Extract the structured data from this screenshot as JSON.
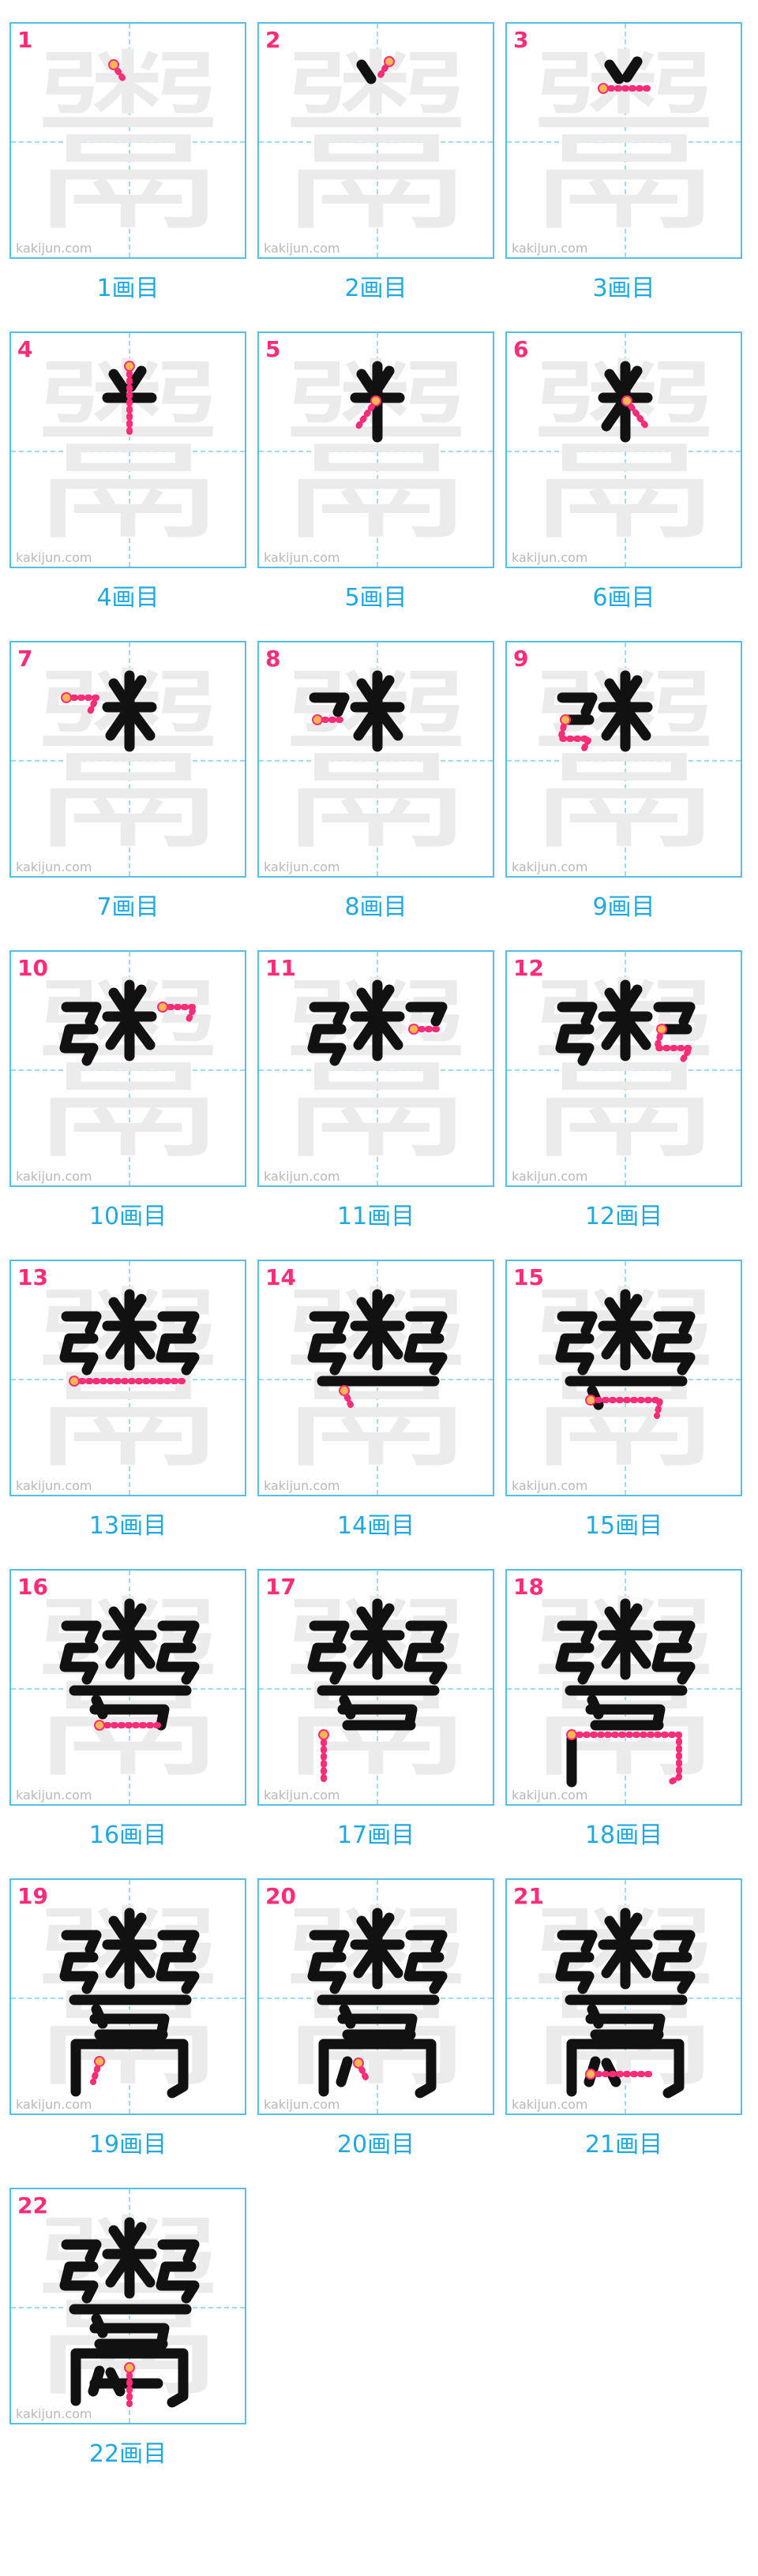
{
  "character": "鬻",
  "watermark": "kakijun.com",
  "steps": [
    {
      "num": "1",
      "caption": "1画目"
    },
    {
      "num": "2",
      "caption": "2画目"
    },
    {
      "num": "3",
      "caption": "3画目"
    },
    {
      "num": "4",
      "caption": "4画目"
    },
    {
      "num": "5",
      "caption": "5画目"
    },
    {
      "num": "6",
      "caption": "6画目"
    },
    {
      "num": "7",
      "caption": "7画目"
    },
    {
      "num": "8",
      "caption": "8画目"
    },
    {
      "num": "9",
      "caption": "9画目"
    },
    {
      "num": "10",
      "caption": "10画目"
    },
    {
      "num": "11",
      "caption": "11画目"
    },
    {
      "num": "12",
      "caption": "12画目"
    },
    {
      "num": "13",
      "caption": "13画目"
    },
    {
      "num": "14",
      "caption": "14画目"
    },
    {
      "num": "15",
      "caption": "15画目"
    },
    {
      "num": "16",
      "caption": "16画目"
    },
    {
      "num": "17",
      "caption": "17画目"
    },
    {
      "num": "18",
      "caption": "18画目"
    },
    {
      "num": "19",
      "caption": "19画目"
    },
    {
      "num": "20",
      "caption": "20画目"
    },
    {
      "num": "21",
      "caption": "21画目"
    },
    {
      "num": "22",
      "caption": "22画目"
    }
  ],
  "colors": {
    "border": "#55c1e6",
    "guide": "#9fdcf2",
    "number": "#ff2d78",
    "caption": "#20a8e0",
    "ghost": "#ebebeb",
    "done_stroke": "#111111",
    "current_stroke": "#ff2d78"
  }
}
